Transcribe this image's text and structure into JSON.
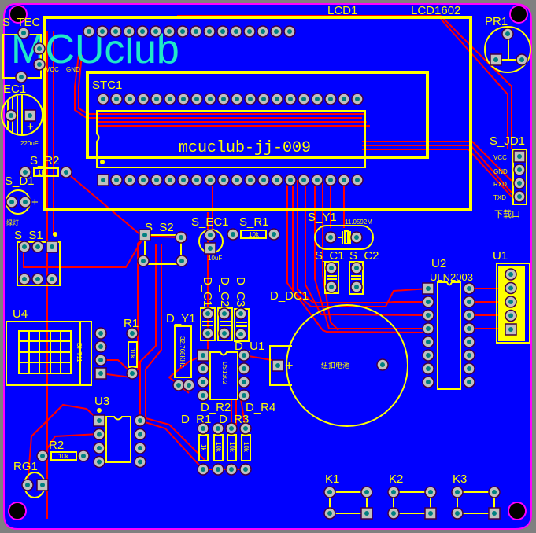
{
  "board": {
    "logo": "MCUclub",
    "project_text": "mcuclub-jj-009"
  },
  "colors": {
    "board": "#0000ff",
    "silkscreen": "#ffff00",
    "trace": "#ff0000",
    "outline": "#ff00ff",
    "logo": "#20e8c8",
    "pad": "#c0c0c0",
    "drill": "#008080"
  },
  "components": {
    "lcd": {
      "ref": "LCD1",
      "value": "LCD1602"
    },
    "pr1": {
      "ref": "PR1"
    },
    "s_tec": {
      "ref": "S_TEC",
      "pin1": "VCC",
      "pin2": "GND"
    },
    "ec1": {
      "ref": "EC1",
      "value": "220uF",
      "plus": "+"
    },
    "stc1": {
      "ref": "STC1"
    },
    "s_jd1": {
      "ref": "S_JD1",
      "pins": [
        "VCC",
        "GND",
        "RXD",
        "TXD"
      ],
      "note": "下载口"
    },
    "s_r2": {
      "ref": "S_R2",
      "value": "1k"
    },
    "s_d1": {
      "ref": "S_D1",
      "note": "绿灯",
      "plus": "+"
    },
    "s_s1": {
      "ref": "S_S1"
    },
    "s_s2": {
      "ref": "S_S2"
    },
    "s_ec1": {
      "ref": "S_EC1",
      "value": "10uF"
    },
    "s_r1": {
      "ref": "S_R1",
      "value": "10k"
    },
    "s_y1": {
      "ref": "S_Y1",
      "value": "11.0592M"
    },
    "s_c1": {
      "ref": "S_C1"
    },
    "s_c2": {
      "ref": "S_C2"
    },
    "u2": {
      "ref": "U2",
      "value": "ULN2003"
    },
    "u1": {
      "ref": "U1"
    },
    "d_dc1": {
      "ref": "D_DC1",
      "value": "纽扣电池",
      "plus": "+"
    },
    "u4": {
      "ref": "U4",
      "value": "DHT11"
    },
    "r1": {
      "ref": "R1",
      "value": "10k"
    },
    "d_y1": {
      "ref": "D_Y1",
      "value": "32.768KHz"
    },
    "d_c1": {
      "ref": "D_C1"
    },
    "d_c2": {
      "ref": "D_C2"
    },
    "d_c3": {
      "ref": "D_C3"
    },
    "d_u1": {
      "ref": "D_U1",
      "value": "DS1302"
    },
    "d_r1": {
      "ref": "D_R1",
      "value": "1k"
    },
    "d_r2": {
      "ref": "D_R2",
      "value": "10k"
    },
    "d_r3": {
      "ref": "D_R3",
      "value": "10k"
    },
    "d_r4": {
      "ref": "D_R4",
      "value": "10k"
    },
    "u3": {
      "ref": "U3"
    },
    "r2": {
      "ref": "R2",
      "value": "10k"
    },
    "rg1": {
      "ref": "RG1"
    },
    "k1": {
      "ref": "K1"
    },
    "k2": {
      "ref": "K2"
    },
    "k3": {
      "ref": "K3"
    }
  }
}
